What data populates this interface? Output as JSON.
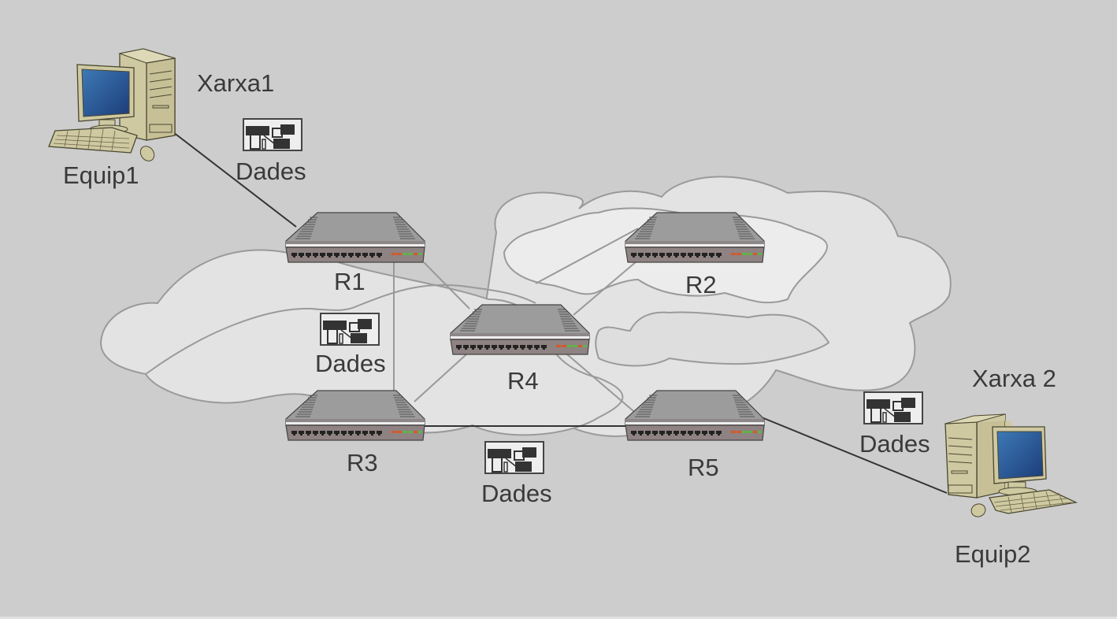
{
  "diagram": {
    "title": "Network diagram: data packets routed between two networks",
    "networks": [
      {
        "id": "xarxa1",
        "label": "Xarxa1"
      },
      {
        "id": "xarxa2",
        "label": "Xarxa 2"
      }
    ],
    "computers": [
      {
        "id": "equip1",
        "label": "Equip1",
        "network": "xarxa1"
      },
      {
        "id": "equip2",
        "label": "Equip2",
        "network": "xarxa2"
      }
    ],
    "routers": [
      {
        "id": "r1",
        "label": "R1"
      },
      {
        "id": "r2",
        "label": "R2"
      },
      {
        "id": "r3",
        "label": "R3"
      },
      {
        "id": "r4",
        "label": "R4"
      },
      {
        "id": "r5",
        "label": "R5"
      }
    ],
    "packets": [
      {
        "id": "packet-1",
        "label": "Dades"
      },
      {
        "id": "packet-2",
        "label": "Dades"
      },
      {
        "id": "packet-3",
        "label": "Dades"
      },
      {
        "id": "packet-4",
        "label": "Dades"
      }
    ],
    "links": [
      {
        "from": "equip1",
        "to": "r1",
        "style": "active"
      },
      {
        "from": "r1",
        "to": "r3",
        "style": "passive"
      },
      {
        "from": "r1",
        "to": "r4",
        "style": "passive"
      },
      {
        "from": "r4",
        "to": "r2",
        "style": "passive"
      },
      {
        "from": "r3",
        "to": "r4",
        "style": "passive"
      },
      {
        "from": "r4",
        "to": "r5",
        "style": "passive"
      },
      {
        "from": "r3",
        "to": "r5",
        "style": "active"
      },
      {
        "from": "r5",
        "to": "equip2",
        "style": "active"
      },
      {
        "from": "r1",
        "to": "r2",
        "style": "passive"
      }
    ],
    "colors": {
      "background": "#cdcdcd",
      "cloud_fill": "#e3e3e3",
      "cloud_fill_light": "#ececec",
      "cloud_stroke": "#9a9a9a",
      "active_link": "#333333",
      "passive_link": "#999999",
      "text": "#3a3a3a",
      "led_orange": "#d35a2a",
      "led_green": "#5fb34a",
      "screen": "#2a5590",
      "case": "#cfc9a2"
    }
  }
}
